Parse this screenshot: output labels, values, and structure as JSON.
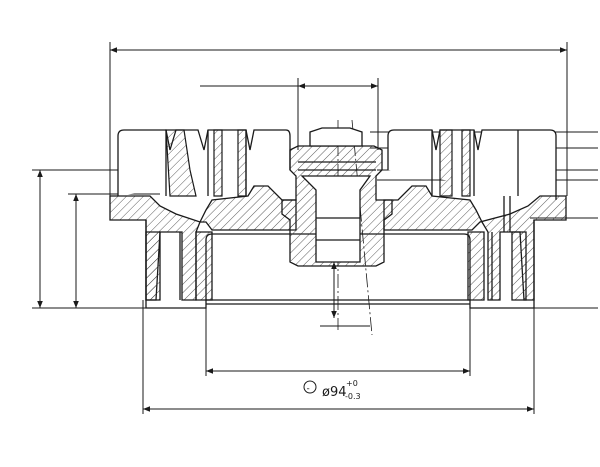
{
  "drawing": {
    "diameter_symbol": "ø",
    "diameter_value": "94",
    "tolerance_upper": "+0",
    "tolerance_lower": "-0.3",
    "inspection_symbol": "⊘",
    "line_color": "#1a1a1a",
    "background_color": "#ffffff"
  }
}
